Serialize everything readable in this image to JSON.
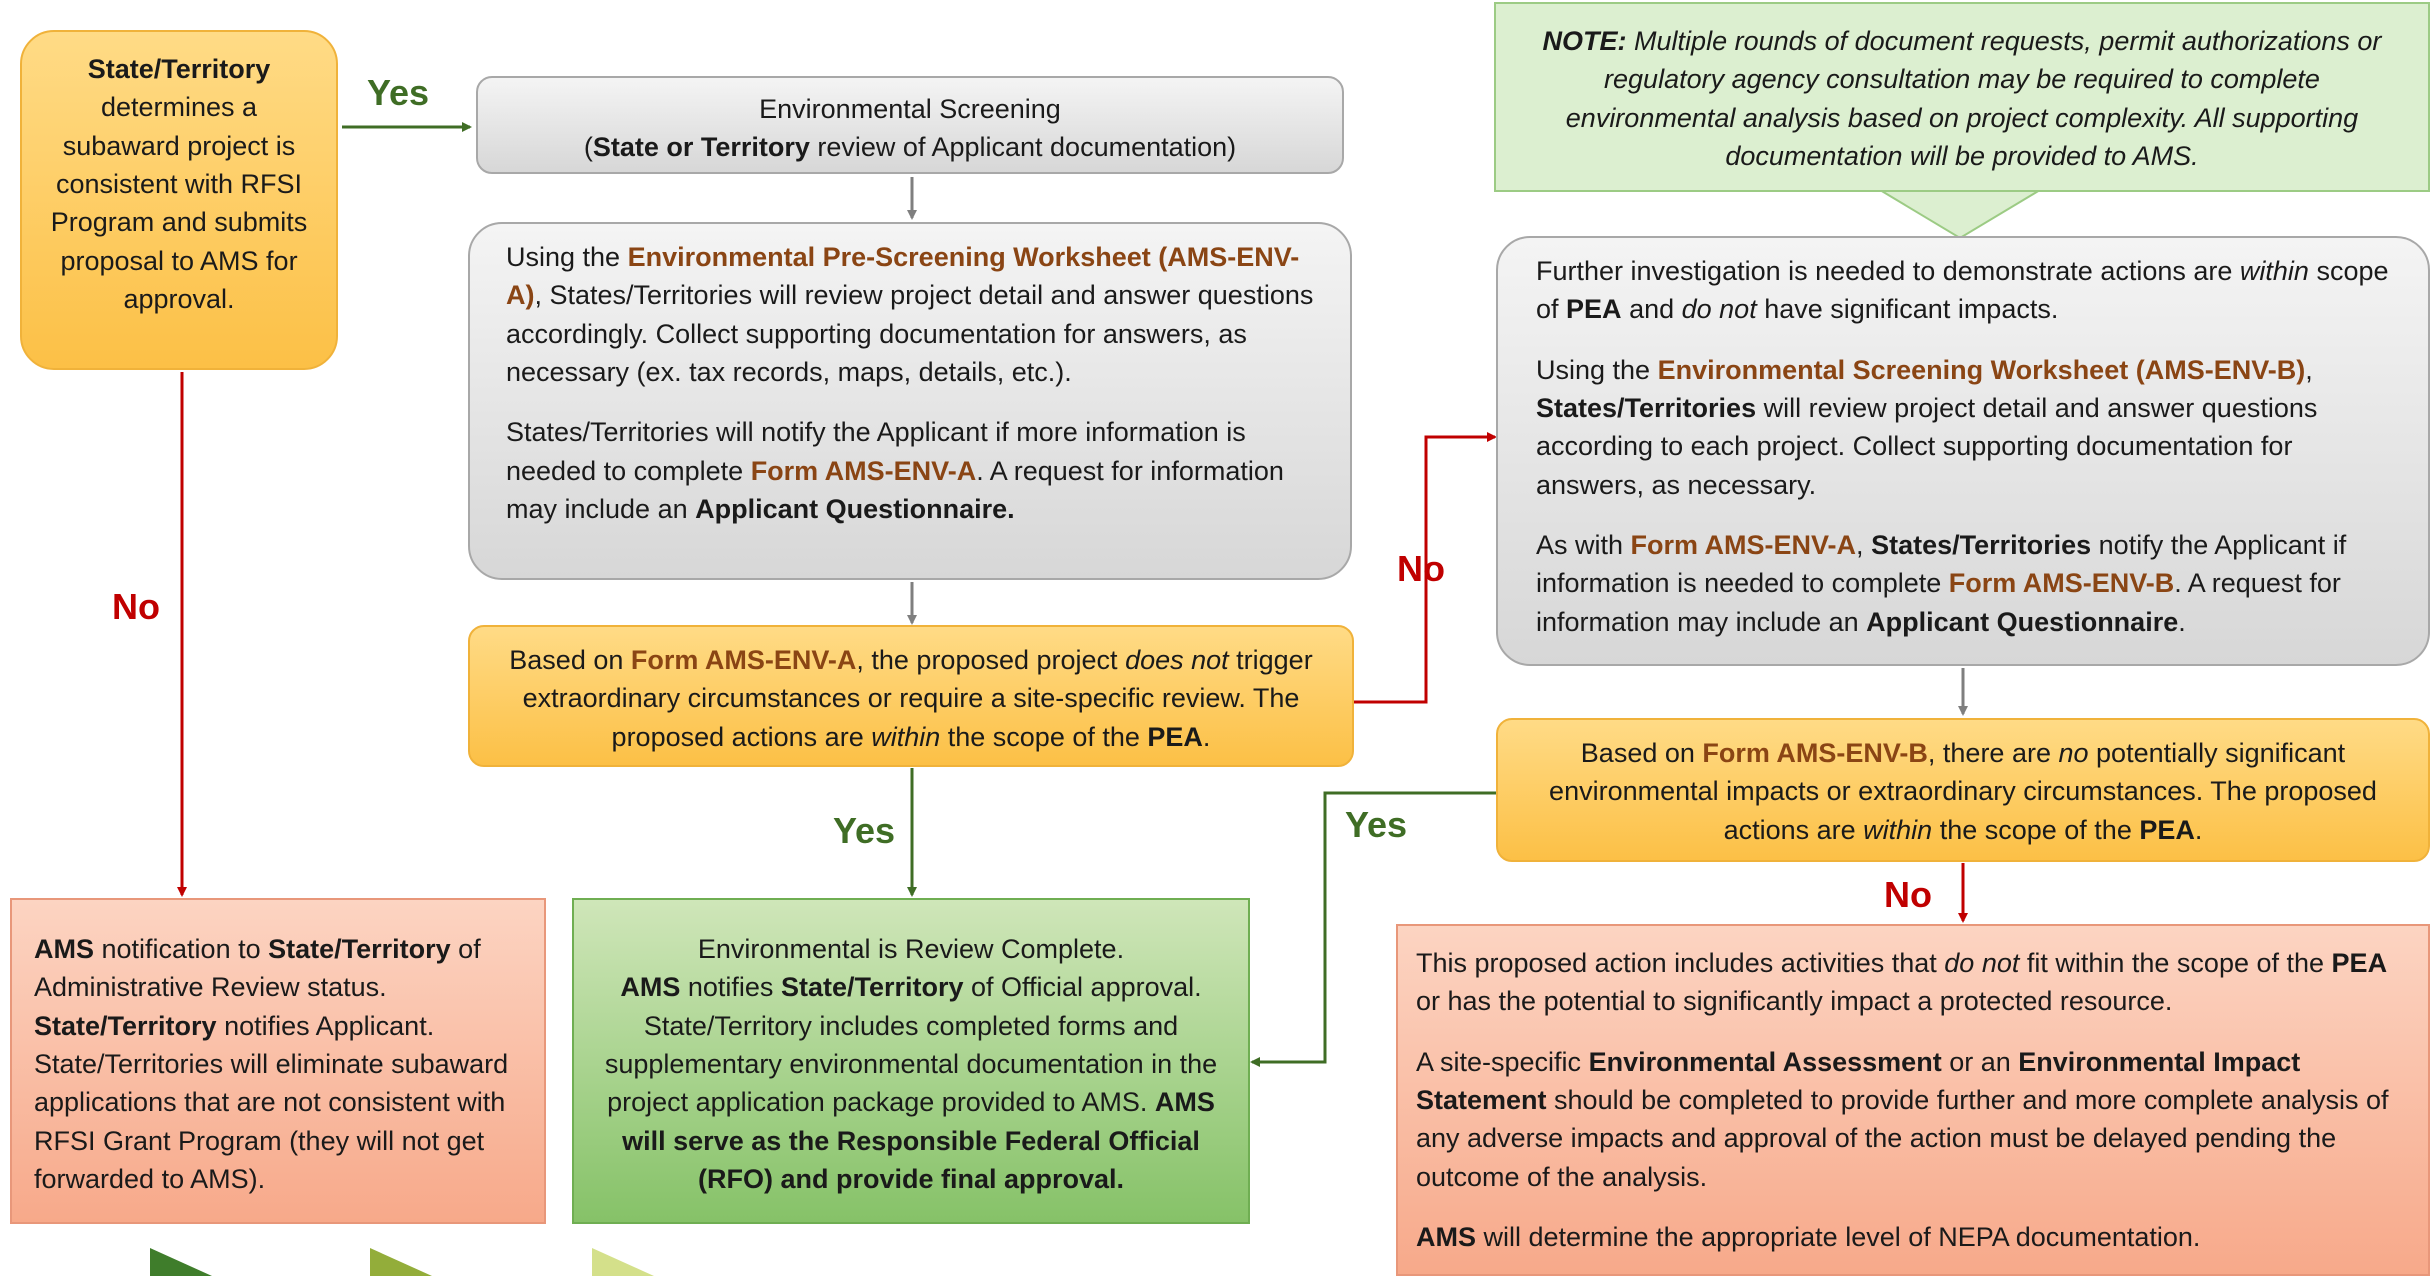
{
  "colors": {
    "orange_box": "#fcc046",
    "gray_box": "#dcdcdc",
    "red_box": "#f8ac8e",
    "green_box": "#8ec870",
    "note_box": "#dcefd0",
    "form_text": "#8a4514",
    "yes_label": "#3f6d25",
    "no_label": "#c00000"
  },
  "labels": {
    "yes": "Yes",
    "no": "No"
  },
  "start": {
    "bold": "State/Territory",
    "text": "determines a subaward project is consistent with RFSI Program and submits proposal to AMS for approval."
  },
  "screening": {
    "line1": "Environmental Screening",
    "open": "(",
    "bold": "State or Territory",
    "rest": " review of Applicant documentation)"
  },
  "prescreen": {
    "p1_a": "Using the ",
    "p1_form": "Environmental Pre-Screening Worksheet (AMS-ENV-A)",
    "p1_b": ", States/Territories will review project detail and answer questions accordingly. Collect supporting documentation for answers, as necessary (ex. tax records, maps, details, etc.).",
    "p2_a": "States/Territories will notify the Applicant if more information is needed to complete ",
    "p2_form": "Form AMS-ENV-A",
    "p2_b": ". A request for information may include an ",
    "p2_bold": "Applicant Questionnaire."
  },
  "decision_a": {
    "a": "Based on ",
    "form": "Form AMS-ENV-A",
    "b": ", the proposed project ",
    "i1": "does not",
    "c": " trigger extraordinary circumstances or require a site-specific review. The proposed actions are ",
    "i2": "within",
    "d": " the scope of the ",
    "bold": "PEA",
    "e": "."
  },
  "note": {
    "bold": "NOTE:",
    "text": " Multiple rounds of document requests, permit authorizations or regulatory agency consultation may be required to complete environmental analysis based on project complexity. All supporting documentation will be provided to AMS."
  },
  "further": {
    "p1_a": "Further investigation is needed to demonstrate actions are ",
    "p1_i1": "within",
    "p1_b": " scope of ",
    "p1_bold": "PEA",
    "p1_c": " and ",
    "p1_i2": "do not",
    "p1_d": " have significant impacts.",
    "p2_a": "Using the ",
    "p2_form": "Environmental Screening Worksheet (AMS-ENV-B)",
    "p2_b": ", ",
    "p2_bold": "States/Territories",
    "p2_c": " will review project detail and answer questions according to each project. Collect supporting documentation for answers, as necessary.",
    "p3_a": "As with ",
    "p3_form1": "Form AMS-ENV-A",
    "p3_b": ", ",
    "p3_bold": "States/Territories",
    "p3_c": " notify the Applicant if information is needed to complete ",
    "p3_form2": "Form AMS-ENV-B",
    "p3_d": ". A request for information may include an ",
    "p3_bold2": "Applicant Questionnaire",
    "p3_e": "."
  },
  "decision_b": {
    "a": "Based on ",
    "form": "Form AMS-ENV-B",
    "b": ", there are ",
    "i1": "no",
    "c": " potentially significant environmental impacts or extraordinary circumstances. The proposed actions are ",
    "i2": "within",
    "d": " the scope of the ",
    "bold": "PEA",
    "e": "."
  },
  "admin": {
    "b1": "AMS",
    "t1": " notification to ",
    "b2": "State/Territory",
    "t2": " of Administrative Review status. ",
    "b3": "State/Territory",
    "t3": " notifies Applicant. State/Territories will eliminate subaward applications that are not consistent with RFSI Grant Program (they will not get forwarded to AMS)."
  },
  "complete": {
    "line1": "Environmental is Review Complete.",
    "b1": "AMS",
    "t1": " notifies ",
    "b2": "State/Territory",
    "t2": " of Official approval. State/Territory includes completed forms and supplementary environmental documentation in the project application package provided to AMS. ",
    "b3": "AMS will serve as the Responsible Federal Official (RFO) and provide final approval."
  },
  "outside": {
    "p1_a": "This proposed action includes activities that ",
    "p1_i": "do not",
    "p1_b": " fit within the scope of the ",
    "p1_bold": "PEA",
    "p1_c": " or has the potential to significantly impact a protected resource.",
    "p2_a": "A site-specific ",
    "p2_b1": "Environmental Assessment",
    "p2_b": " or an ",
    "p2_b2": "Environmental Impact Statement",
    "p2_c": " should be completed to provide further and more complete analysis of any adverse impacts and approval of the action must be delayed pending the outcome of the analysis.",
    "p3_bold": "AMS",
    "p3_a": " will determine the appropriate level of NEPA documentation."
  }
}
